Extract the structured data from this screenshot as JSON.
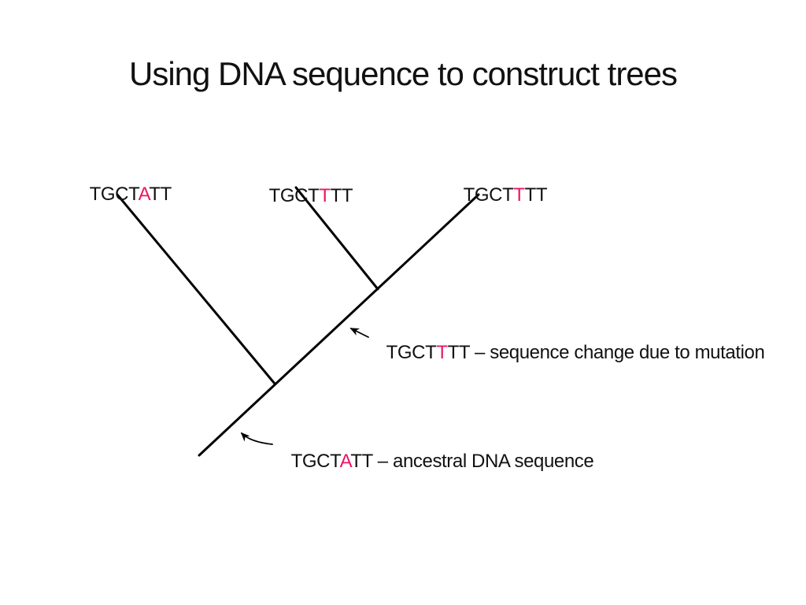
{
  "slide": {
    "title": "Using DNA sequence to construct trees"
  },
  "colors": {
    "highlight": "#ED1566",
    "text": "#111111",
    "line": "#000000"
  },
  "tips": [
    {
      "prefix": "TGCT",
      "mutation": "A",
      "suffix": "TT"
    },
    {
      "prefix": "TGCT",
      "mutation": "T",
      "suffix": "TT"
    },
    {
      "prefix": "TGCT",
      "mutation": "T",
      "suffix": "TT"
    }
  ],
  "annotations": {
    "mutation": {
      "prefix": "TGCT",
      "mutation": "T",
      "suffix": "TT",
      "note": " – sequence change due to mutation"
    },
    "ancestral": {
      "prefix": "TGCT",
      "mutation": "A",
      "suffix": "TT",
      "note": " – ancestral DNA sequence"
    }
  }
}
